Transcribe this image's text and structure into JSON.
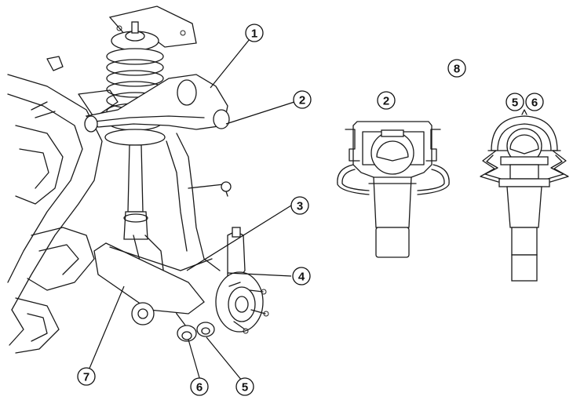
{
  "diagram": {
    "subject": "Front suspension assembly with ball joint detail views",
    "callouts": [
      {
        "id": "c1",
        "label": "1"
      },
      {
        "id": "c2",
        "label": "2"
      },
      {
        "id": "c3",
        "label": "3"
      },
      {
        "id": "c4",
        "label": "4"
      },
      {
        "id": "c5",
        "label": "5"
      },
      {
        "id": "c6",
        "label": "6"
      },
      {
        "id": "c7",
        "label": "7"
      },
      {
        "id": "c8",
        "label": "8"
      }
    ],
    "detail_views": [
      {
        "label": "2"
      },
      {
        "label_a": "5",
        "label_b": "6"
      }
    ]
  }
}
